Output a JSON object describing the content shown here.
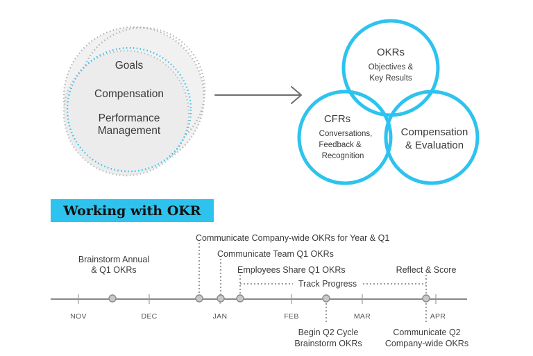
{
  "colors": {
    "accent": "#2dc3ee",
    "dotted_gray": "#b5b5b5",
    "axis": "#888888",
    "text": "#3a3a3a"
  },
  "left_group": {
    "labels": [
      "Goals",
      "Compensation",
      "Performance",
      "Management"
    ]
  },
  "arrow_icon": "right-arrow-icon",
  "right_group": {
    "okrs": {
      "title": "OKRs",
      "lines": [
        "Objectives &",
        "Key Results"
      ]
    },
    "cfrs": {
      "title": "CFRs",
      "lines": [
        "Conversations,",
        "Feedback &",
        "Recognition"
      ]
    },
    "comp": {
      "lines": [
        "Compensation",
        "& Evaluation"
      ]
    }
  },
  "banner": {
    "title": "Working with OKR"
  },
  "timeline": {
    "months": [
      "NOV",
      "DEC",
      "JAN",
      "FEB",
      "MAR",
      "APR"
    ],
    "events": {
      "brainstorm_annual": [
        "Brainstorm Annual",
        "& Q1 OKRs"
      ],
      "communicate_company": "Communicate Company-wide OKRs for Year & Q1",
      "communicate_team": "Communicate Team Q1 OKRs",
      "employees_share": "Employees Share Q1 OKRs",
      "track_progress": "Track Progress",
      "reflect_score": "Reflect & Score",
      "begin_q2": [
        "Begin Q2 Cycle",
        "Brainstorm OKRs"
      ],
      "communicate_q2": [
        "Communicate Q2",
        "Company-wide OKRs"
      ]
    }
  }
}
